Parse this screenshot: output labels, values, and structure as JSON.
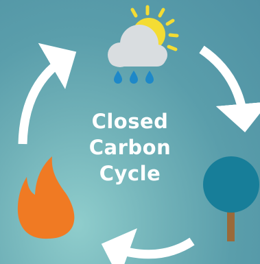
{
  "title": {
    "line1": "Closed",
    "line2": "Carbon",
    "line3": "Cycle"
  },
  "icons": {
    "weather": "sun-cloud-rain-icon",
    "tree": "tree-icon",
    "fire": "fire-icon",
    "arrows": "cycle-arrow-icon"
  },
  "colors": {
    "background": "#5a9eab",
    "arrow": "#ffffff",
    "sun": "#f4dc33",
    "cloud": "#d9dde0",
    "rain": "#1e88c8",
    "tree_crown": "#177e99",
    "tree_trunk": "#9a6a3a",
    "fire": "#f07a23"
  }
}
